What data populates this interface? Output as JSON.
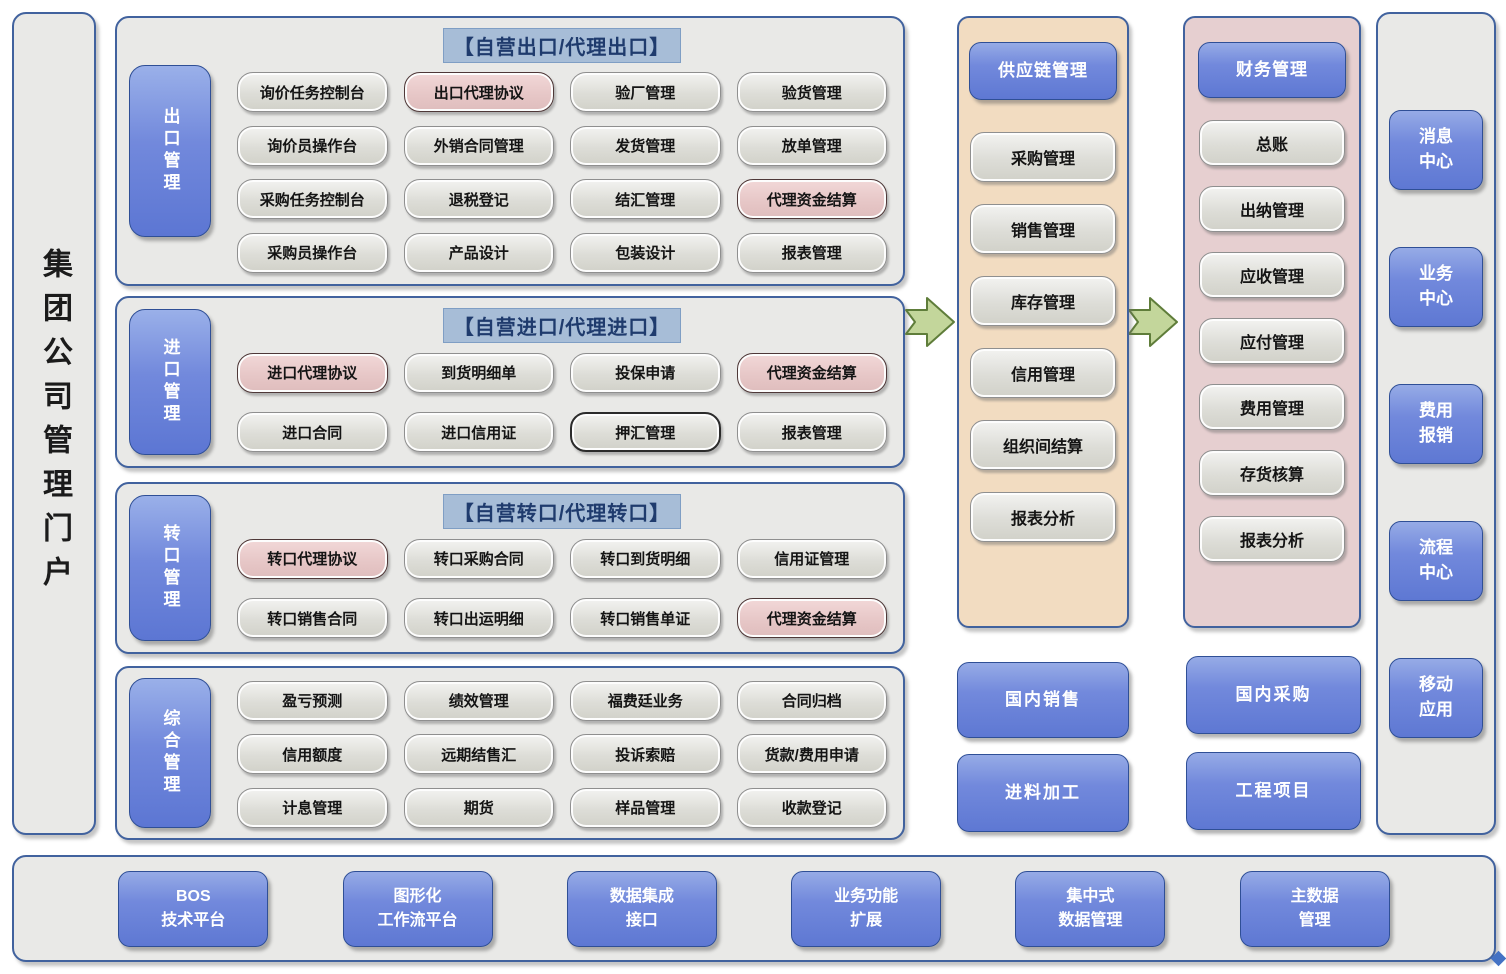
{
  "portal_title": "集团公司管理门户",
  "colors": {
    "blue_tile": "#6d89dc",
    "panel_gray": "#e9e9e7",
    "panel_border_blue": "#41629e",
    "supply_panel_tan": "#f2dcc1",
    "finance_panel_pink": "#e6cfd0",
    "module_pink": "#e9cccc",
    "header_chip_blue": "#a7bdd7",
    "arrow_green": "#c3d69b"
  },
  "sections": [
    {
      "label": "出口管理",
      "header": "【自营出口/代理出口】",
      "buttons": [
        {
          "label": "询价任务控制台",
          "variant": "gray"
        },
        {
          "label": "出口代理协议",
          "variant": "pink"
        },
        {
          "label": "验厂管理",
          "variant": "gray"
        },
        {
          "label": "验货管理",
          "variant": "gray"
        },
        {
          "label": "询价员操作台",
          "variant": "gray"
        },
        {
          "label": "外销合同管理",
          "variant": "gray"
        },
        {
          "label": "发货管理",
          "variant": "gray"
        },
        {
          "label": "放单管理",
          "variant": "gray"
        },
        {
          "label": "采购任务控制台",
          "variant": "gray"
        },
        {
          "label": "退税登记",
          "variant": "gray"
        },
        {
          "label": "结汇管理",
          "variant": "gray"
        },
        {
          "label": "代理资金结算",
          "variant": "pink"
        },
        {
          "label": "采购员操作台",
          "variant": "gray"
        },
        {
          "label": "产品设计",
          "variant": "gray"
        },
        {
          "label": "包装设计",
          "variant": "gray"
        },
        {
          "label": "报表管理",
          "variant": "gray"
        }
      ]
    },
    {
      "label": "进口管理",
      "header": "【自营进口/代理进口】",
      "buttons": [
        {
          "label": "进口代理协议",
          "variant": "pink"
        },
        {
          "label": "到货明细单",
          "variant": "gray"
        },
        {
          "label": "投保申请",
          "variant": "gray"
        },
        {
          "label": "代理资金结算",
          "variant": "pink"
        },
        {
          "label": "进口合同",
          "variant": "gray"
        },
        {
          "label": "进口信用证",
          "variant": "gray"
        },
        {
          "label": "押汇管理",
          "variant": "dark"
        },
        {
          "label": "报表管理",
          "variant": "gray"
        }
      ]
    },
    {
      "label": "转口管理",
      "header": "【自营转口/代理转口】",
      "buttons": [
        {
          "label": "转口代理协议",
          "variant": "pink"
        },
        {
          "label": "转口采购合同",
          "variant": "gray"
        },
        {
          "label": "转口到货明细",
          "variant": "gray"
        },
        {
          "label": "信用证管理",
          "variant": "gray"
        },
        {
          "label": "转口销售合同",
          "variant": "gray"
        },
        {
          "label": "转口出运明细",
          "variant": "gray"
        },
        {
          "label": "转口销售单证",
          "variant": "gray"
        },
        {
          "label": "代理资金结算",
          "variant": "pink"
        }
      ]
    },
    {
      "label": "综合管理",
      "header": "",
      "buttons": [
        {
          "label": "盈亏预测",
          "variant": "gray"
        },
        {
          "label": "绩效管理",
          "variant": "gray"
        },
        {
          "label": "福费廷业务",
          "variant": "gray"
        },
        {
          "label": "合同归档",
          "variant": "gray"
        },
        {
          "label": "信用额度",
          "variant": "gray"
        },
        {
          "label": "远期结售汇",
          "variant": "gray"
        },
        {
          "label": "投诉索赔",
          "variant": "gray"
        },
        {
          "label": "货款/费用申请",
          "variant": "gray"
        },
        {
          "label": "计息管理",
          "variant": "gray"
        },
        {
          "label": "期货",
          "variant": "gray"
        },
        {
          "label": "样品管理",
          "variant": "gray"
        },
        {
          "label": "收款登记",
          "variant": "gray"
        }
      ]
    }
  ],
  "supply_chain": {
    "title": "供应链管理",
    "items": [
      "采购管理",
      "销售管理",
      "库存管理",
      "信用管理",
      "组织间结算",
      "报表分析"
    ]
  },
  "finance": {
    "title": "财务管理",
    "items": [
      "总账",
      "出纳管理",
      "应收管理",
      "应付管理",
      "费用管理",
      "存货核算",
      "报表分析"
    ]
  },
  "domestic_left": [
    "国内销售",
    "进料加工"
  ],
  "domestic_right": [
    "国内采购",
    "工程项目"
  ],
  "right_rail": [
    "消息\n中心",
    "业务\n中心",
    "费用\n报销",
    "流程\n中心",
    "移动\n应用"
  ],
  "platform_bar": [
    "BOS\n技术平台",
    "图形化\n工作流平台",
    "数据集成\n接口",
    "业务功能\n扩展",
    "集中式\n数据管理",
    "主数据\n管理"
  ]
}
